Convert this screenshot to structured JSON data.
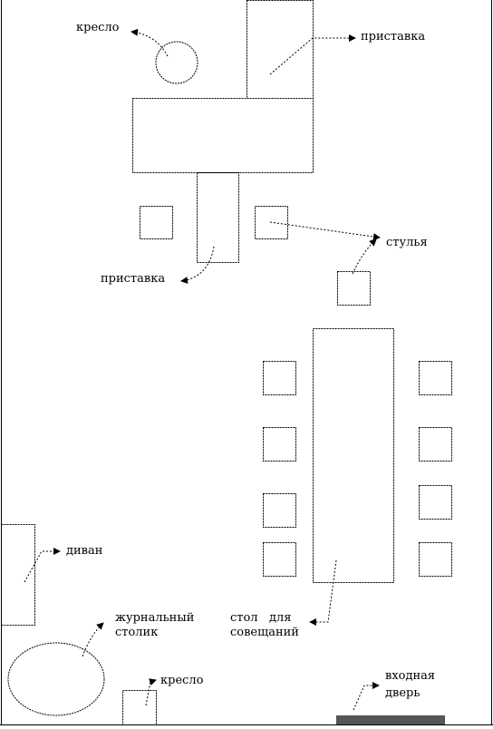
{
  "labels": {
    "armchair_top": "кресло",
    "console_top": "приставка",
    "console_mid": "приставка",
    "chairs": "стулья",
    "sofa": "диван",
    "coffee_table_line1": "журнальный",
    "coffee_table_line2": "столик",
    "meeting_table_line1": "стол   для",
    "meeting_table_line2": "совещаний",
    "armchair_bottom": "кресло",
    "door_line1": "входная",
    "door_line2": "дверь"
  },
  "colors": {
    "line": "#000000",
    "door": "#555555"
  }
}
